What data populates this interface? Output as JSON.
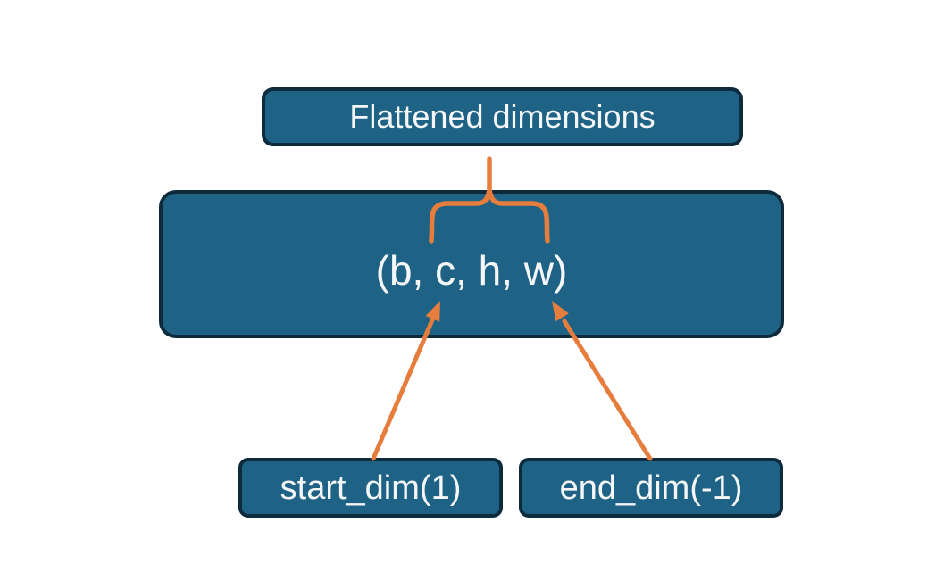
{
  "diagram": {
    "nodes": {
      "top": {
        "label": "Flattened dimensions"
      },
      "main": {
        "label": "(b, c, h, w)"
      },
      "start_dim": {
        "label": "start_dim(1)"
      },
      "end_dim": {
        "label": "end_dim(-1)"
      }
    },
    "connectors": [
      {
        "type": "brace",
        "from": "Flattened dimensions",
        "to": "c, h, w"
      },
      {
        "type": "arrow",
        "from": "start_dim(1)",
        "to": "c"
      },
      {
        "type": "arrow",
        "from": "end_dim(-1)",
        "to": "w"
      }
    ],
    "colors": {
      "node_fill": "#1E6285",
      "node_border": "#0D2B3C",
      "connector": "#E67D3C",
      "text": "#F4F6F7",
      "background": "#FFFFFF"
    }
  }
}
